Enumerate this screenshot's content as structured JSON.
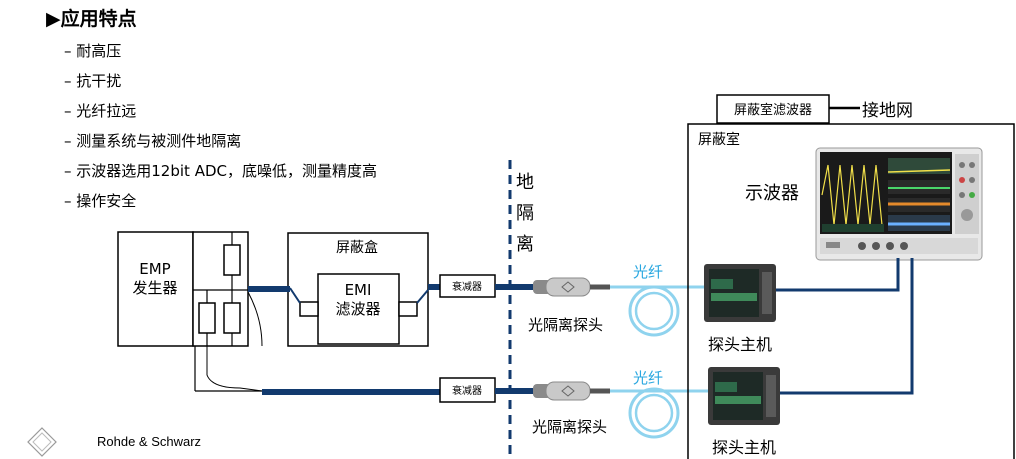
{
  "heading": {
    "marker": "▶",
    "text": "应用特点"
  },
  "features": [
    "– 耐高压",
    "– 抗干扰",
    "– 光纤拉远",
    "– 测量系统与被测件地隔离",
    "– 示波器选用12bit ADC，底噪低，测量精度高",
    "– 操作安全"
  ],
  "diagram": {
    "emp_line1": "EMP",
    "emp_line2": "发生器",
    "shield_box": "屏蔽盒",
    "emi_line1": "EMI",
    "emi_line2": "滤波器",
    "attenuator": "衰减器",
    "isolation": [
      "地",
      "隔",
      "离"
    ],
    "fiber": "光纤",
    "probe": "光隔离探头",
    "probe_host": "探头主机",
    "shield_room": "屏蔽室",
    "shield_room_filter": "屏蔽室滤波器",
    "ground_net": "接地网",
    "oscilloscope": "示波器"
  },
  "footer": {
    "brand": "Rohde & Schwarz"
  },
  "colors": {
    "cable": "#123a6e",
    "fiber": "#8fd3ee",
    "screen": "#1a1a1a"
  }
}
